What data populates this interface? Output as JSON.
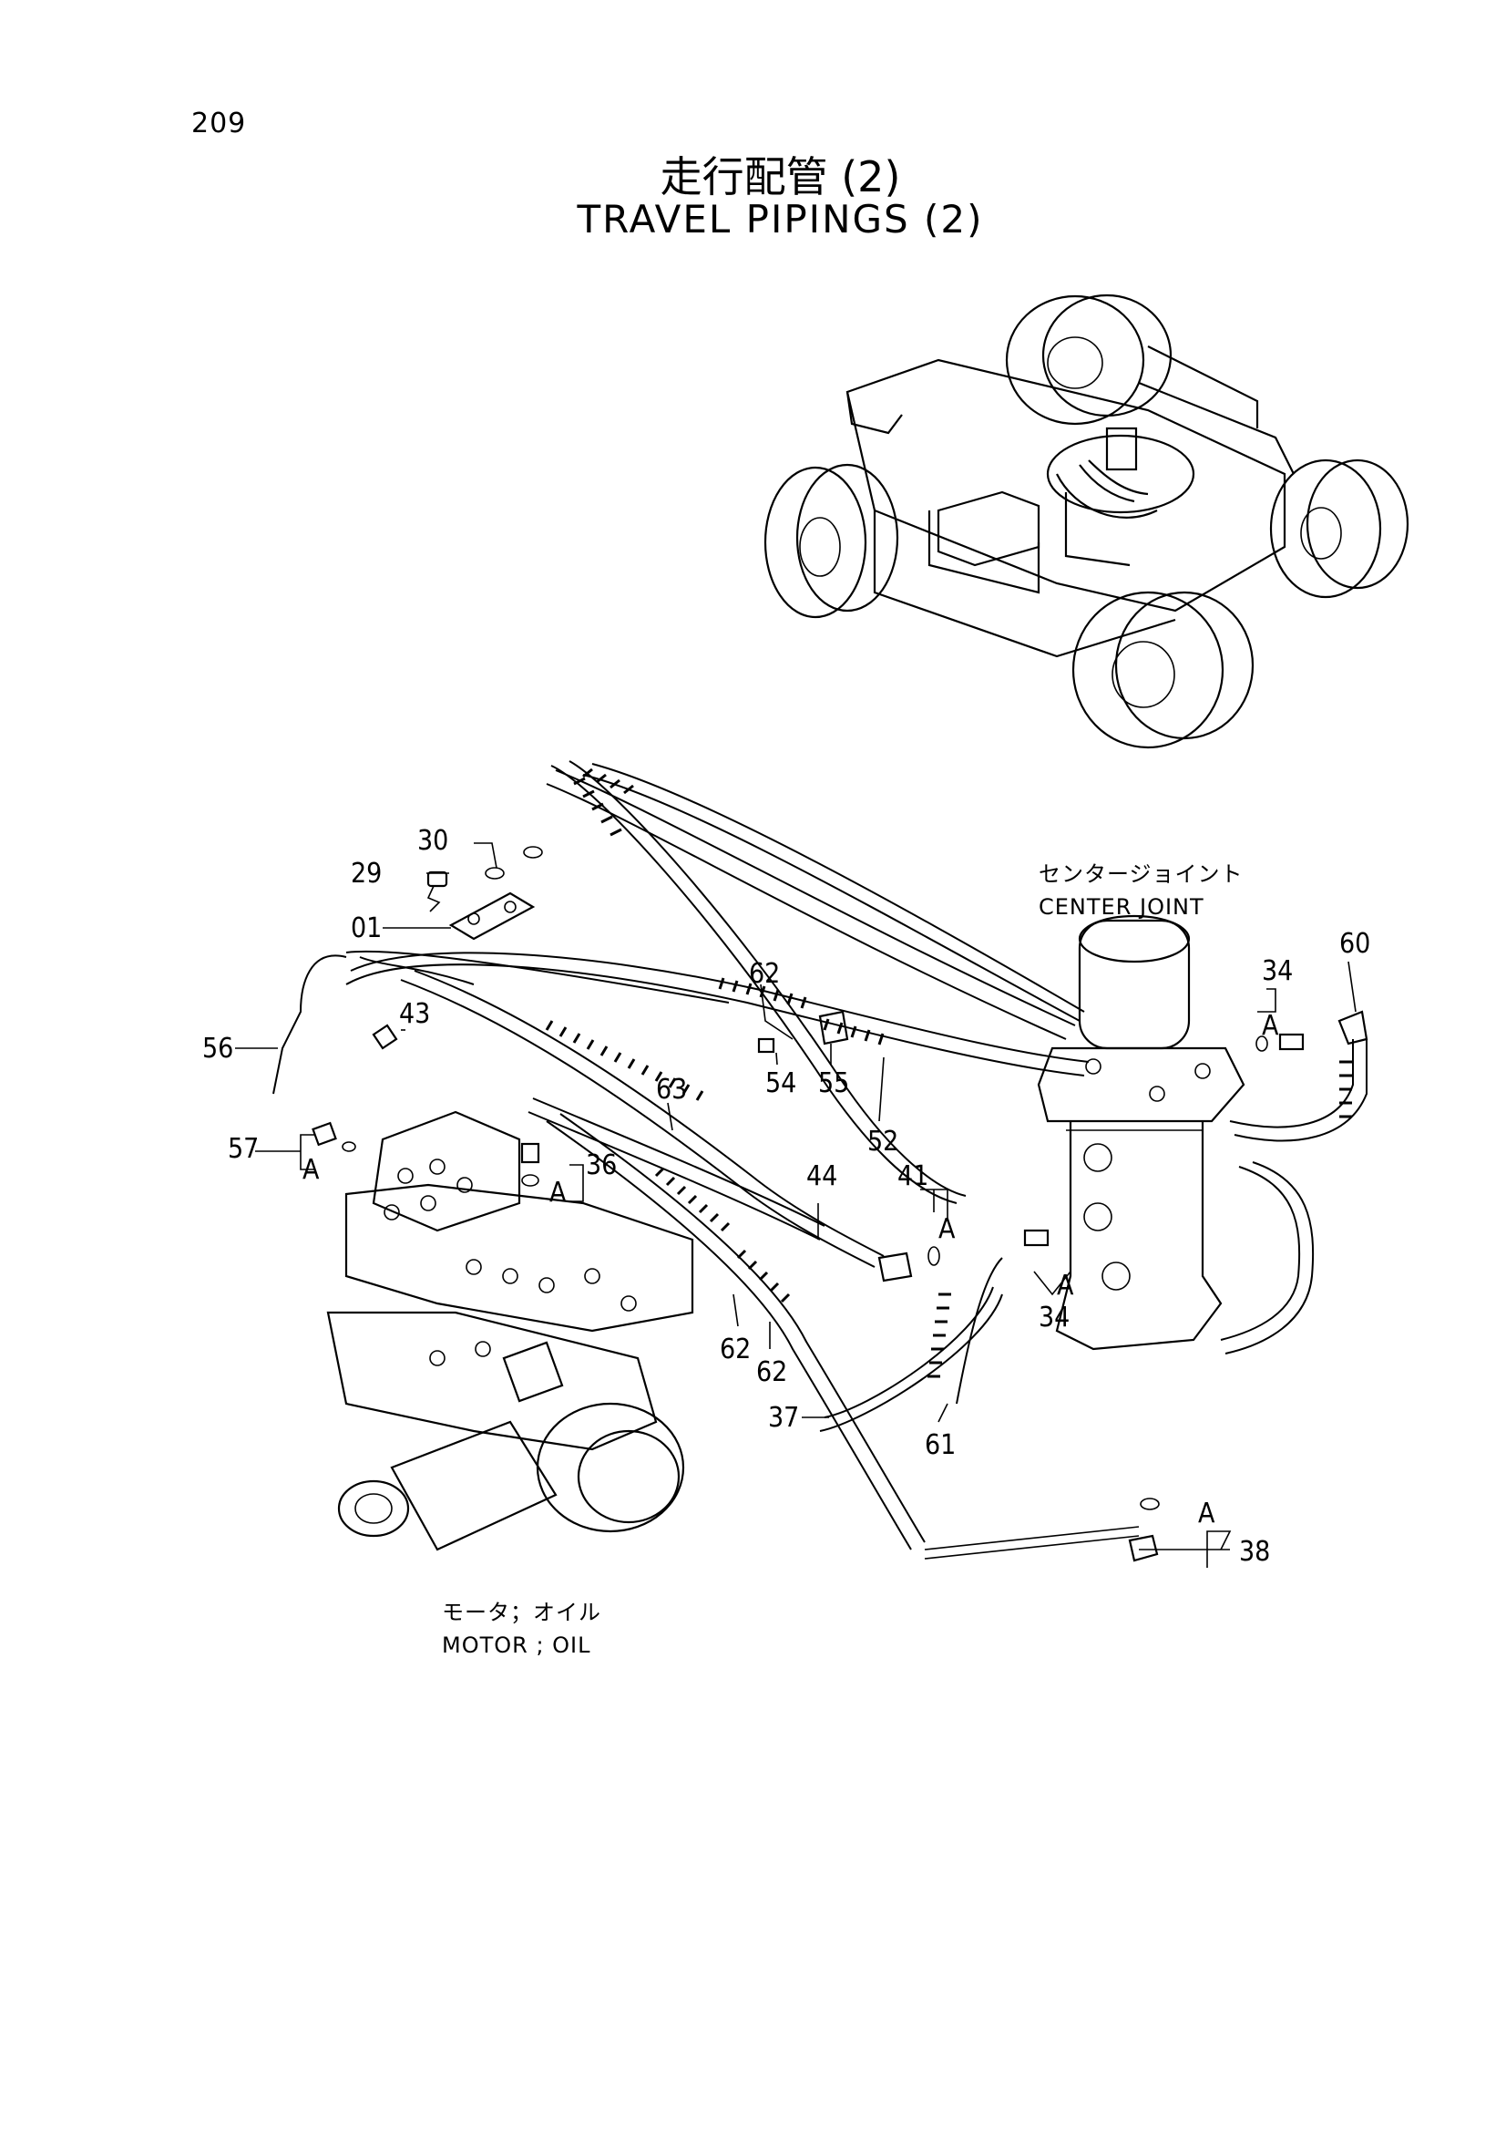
{
  "page_number": "209",
  "title_jp": "走行配管 (2)",
  "title_en": "TRAVEL PIPINGS (2)",
  "notes": {
    "center_joint_jp": "センタージョイント",
    "center_joint_en": "CENTER  JOINT",
    "motor_jp": "モータ；オイル",
    "motor_en": "MOTOR ; OIL"
  },
  "callouts": {
    "c29": "29",
    "c30": "30",
    "c01": "01",
    "c56": "56",
    "c43": "43",
    "c57": "57",
    "c36": "36",
    "c62a": "62",
    "c63": "63",
    "c54": "54",
    "c55": "55",
    "c52": "52",
    "c44": "44",
    "c41": "41",
    "c34a": "34",
    "c60": "60",
    "c34b": "34",
    "c62b": "62",
    "c62c": "62",
    "c37": "37",
    "c61": "61",
    "c38": "38",
    "a": "A"
  }
}
